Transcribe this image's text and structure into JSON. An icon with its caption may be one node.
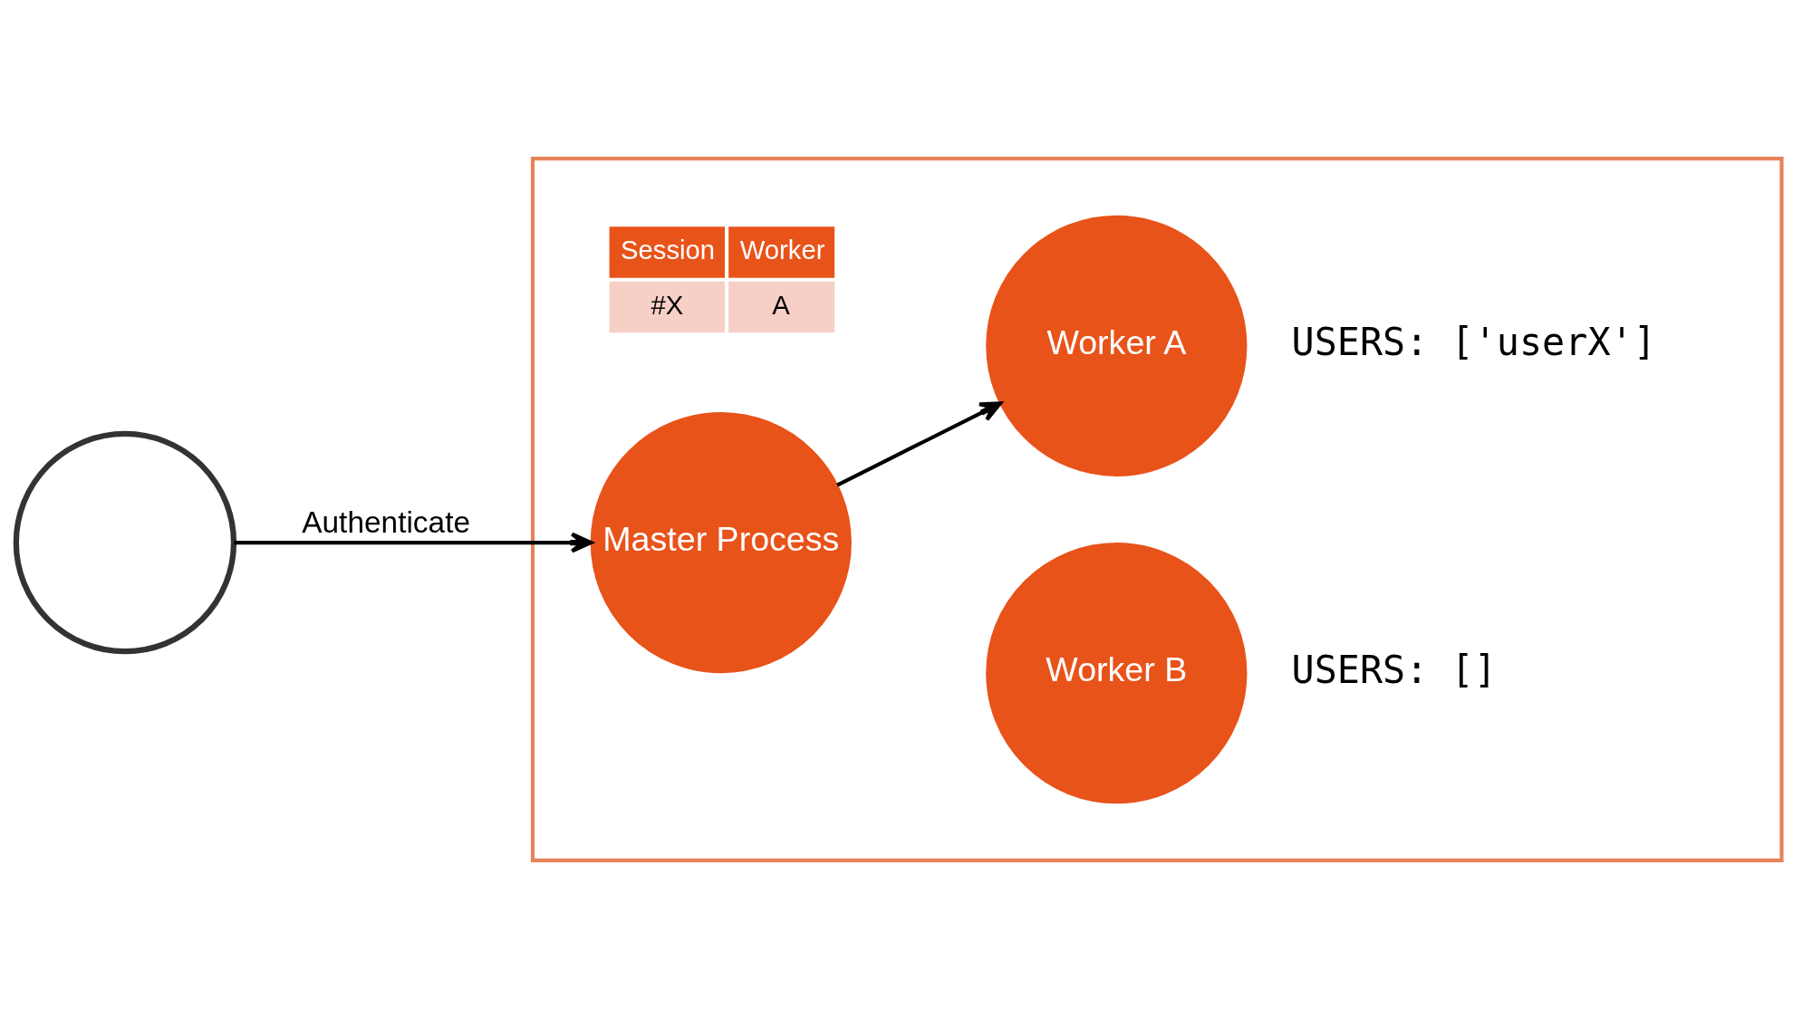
{
  "diagram": {
    "nodes": [
      {
        "text": [],
        "shape": "box"
      },
      {
        "text": [],
        "shape": "person"
      },
      {
        "text": [
          "Master Process"
        ],
        "in": 0
      },
      {
        "text": [
          "Worker A"
        ],
        "in": 0,
        "beside": [
          "USERS: ['userX']"
        ]
      },
      {
        "text": [
          "Worker B"
        ],
        "in": 0,
        "beside": [
          "USERS: []"
        ]
      }
    ],
    "edges": [
      {
        "from": 1,
        "to": 2,
        "arrow": "to",
        "label": "Authenticate"
      },
      {
        "from": 2,
        "to": 3,
        "arrow": "to"
      }
    ],
    "labels": [
      "Session",
      "Worker",
      "#X",
      "A"
    ]
  }
}
